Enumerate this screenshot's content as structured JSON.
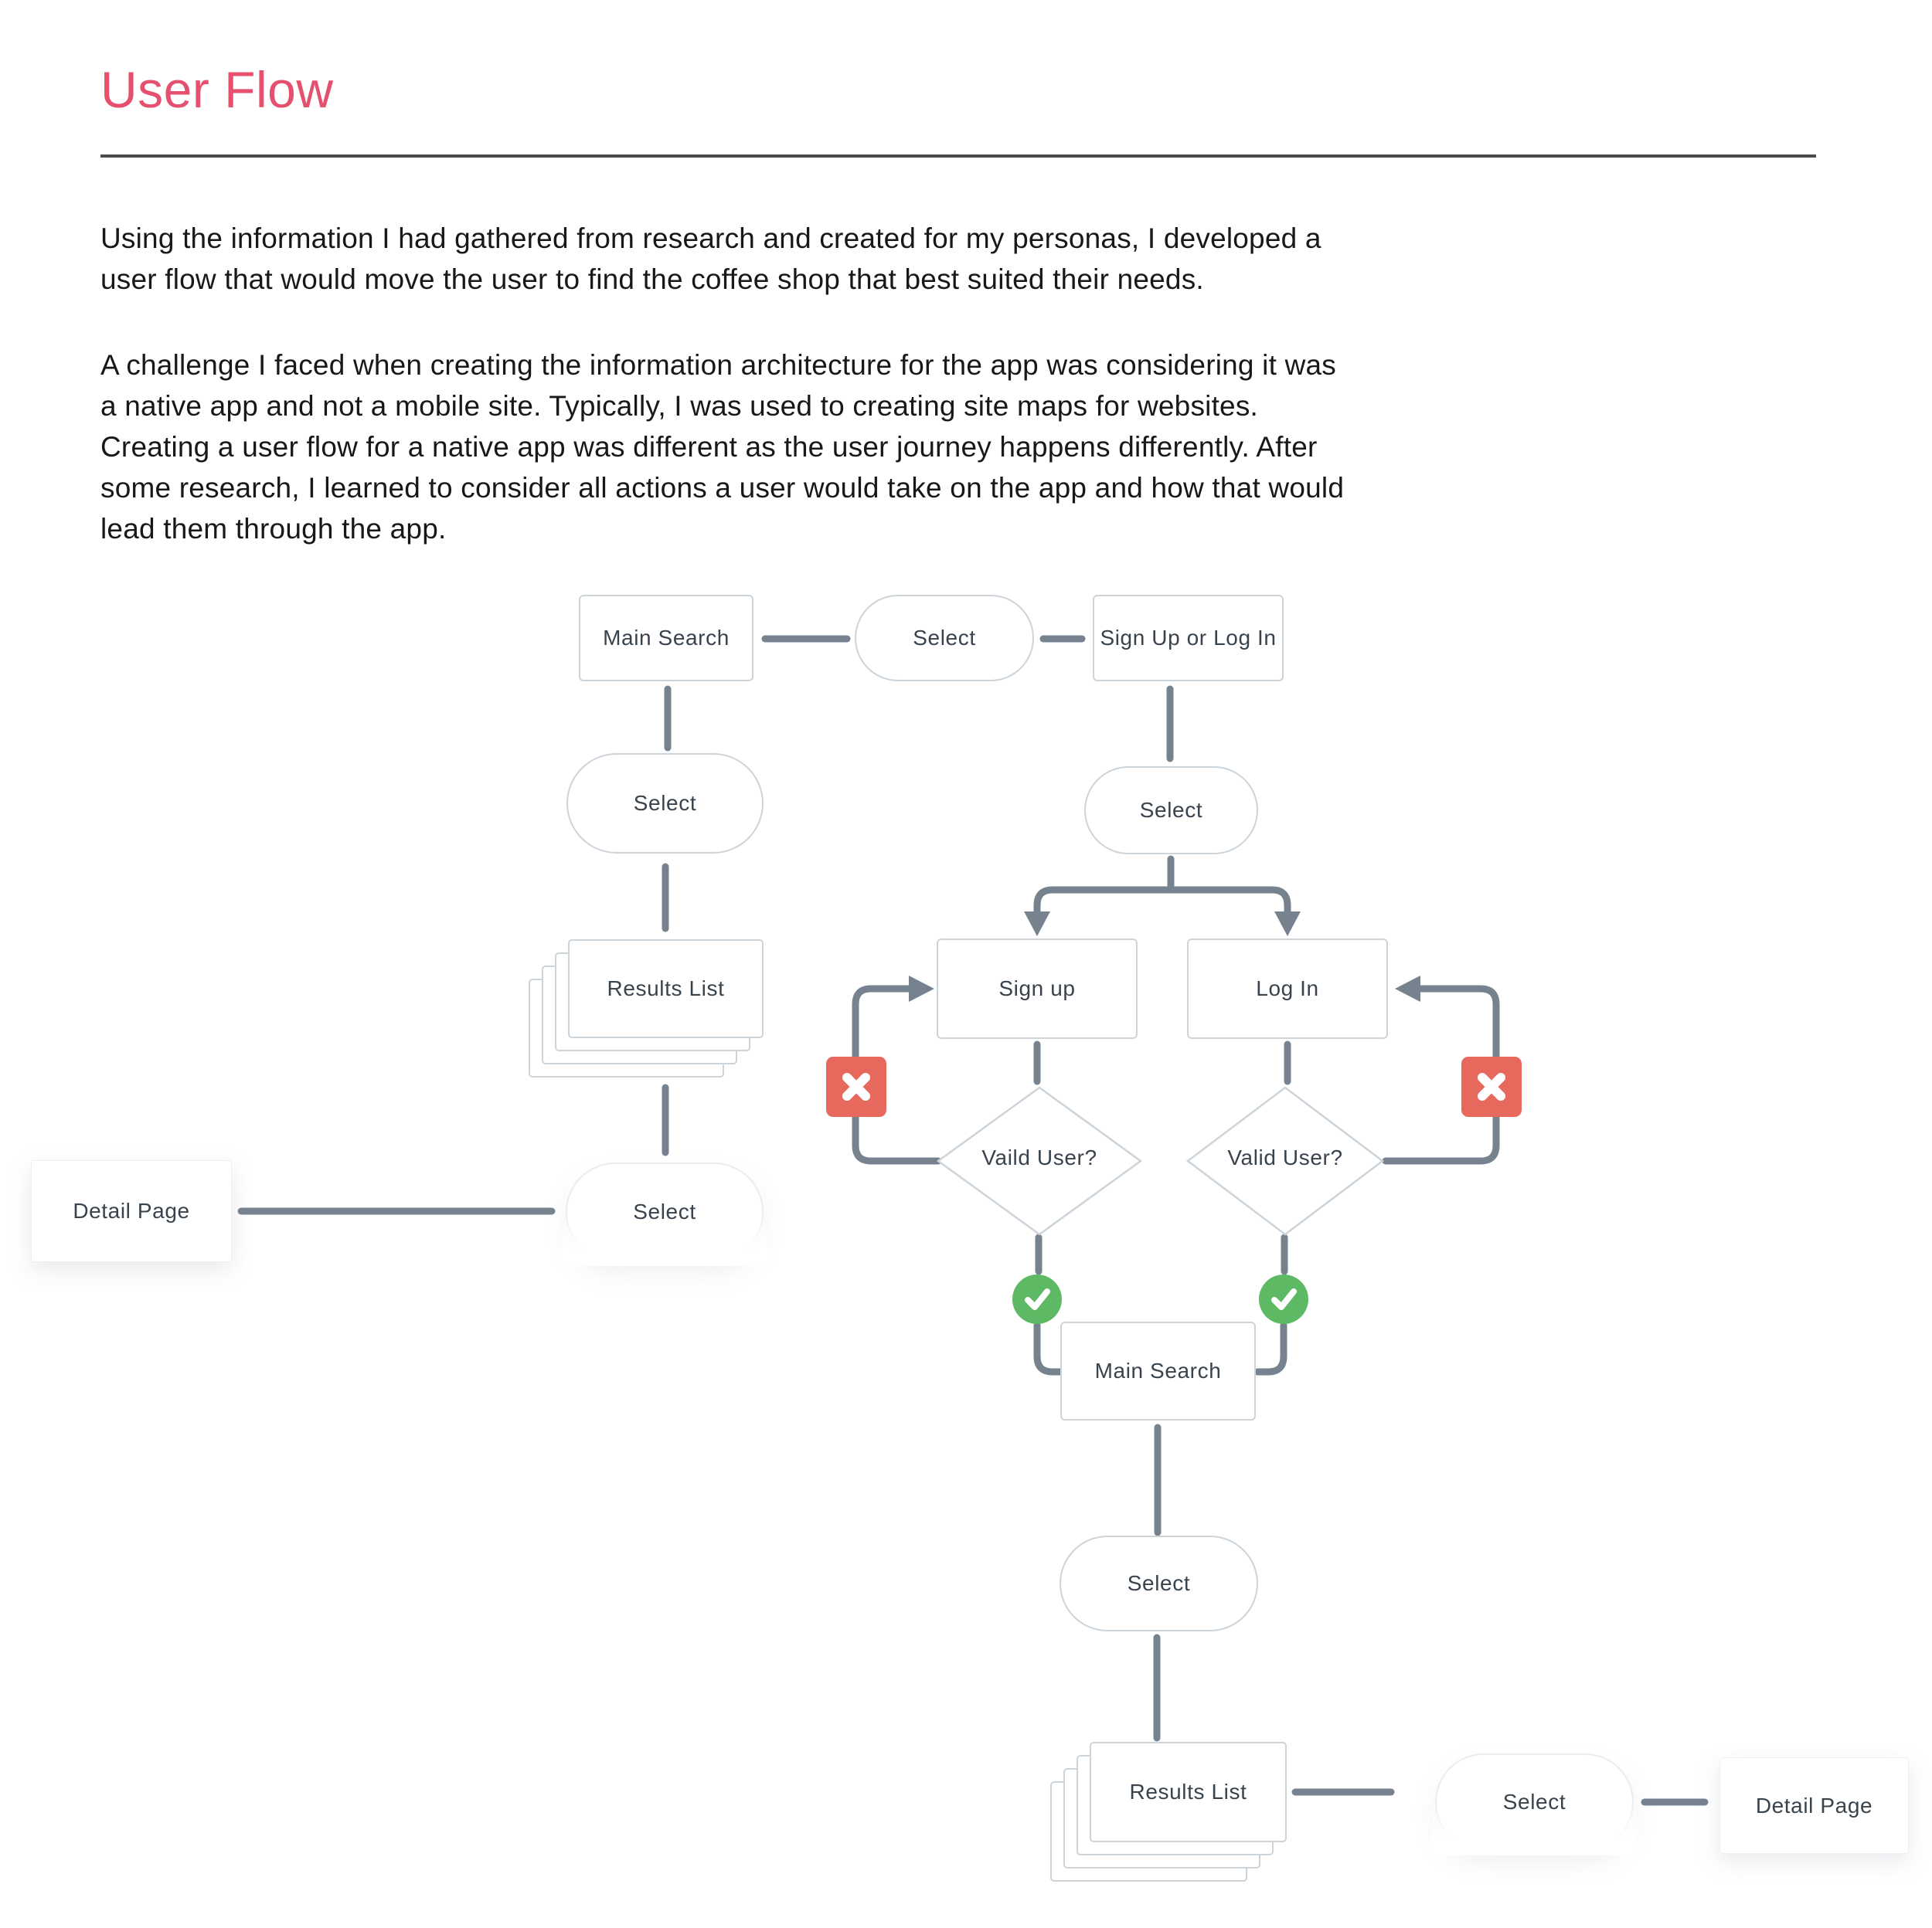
{
  "page": {
    "title": "User Flow",
    "paragraph1": "Using the information I had gathered from research and created for my personas, I developed a\nuser flow that would move the user to find the coffee shop that best suited their needs.",
    "paragraph2": "A challenge I faced when creating the information architecture for the app was considering it was\na native app and not a mobile site. Typically, I was used to creating site maps for websites.\nCreating a user flow for a native app was different as the user journey happens differently. After\nsome research, I learned to consider all actions a user would take on the app and how that would\nlead them through the app."
  },
  "flow": {
    "nodes": {
      "main_search_1": "Main Search",
      "select_1": "Select",
      "sign_up_or_log_in": "Sign Up or Log In",
      "select_2": "Select",
      "results_list_1": "Results List",
      "select_3": "Select",
      "detail_page_1": "Detail Page",
      "select_4": "Select",
      "sign_up": "Sign up",
      "log_in": "Log In",
      "valid_user_left": "Vaild User?",
      "valid_user_right": "Valid User?",
      "main_search_2": "Main Search",
      "select_5": "Select",
      "results_list_2": "Results List",
      "select_6": "Select",
      "detail_page_2": "Detail Page"
    },
    "icons": {
      "failure": "x-icon",
      "success": "check-icon"
    }
  },
  "colors": {
    "title": "#e5506e",
    "rule": "#4a4a4a",
    "body_text": "#16181a",
    "node_border": "#ccd4da",
    "node_text": "#39434e",
    "connector": "#76838f",
    "error_red": "#e7695d",
    "success_green": "#5eb965"
  }
}
